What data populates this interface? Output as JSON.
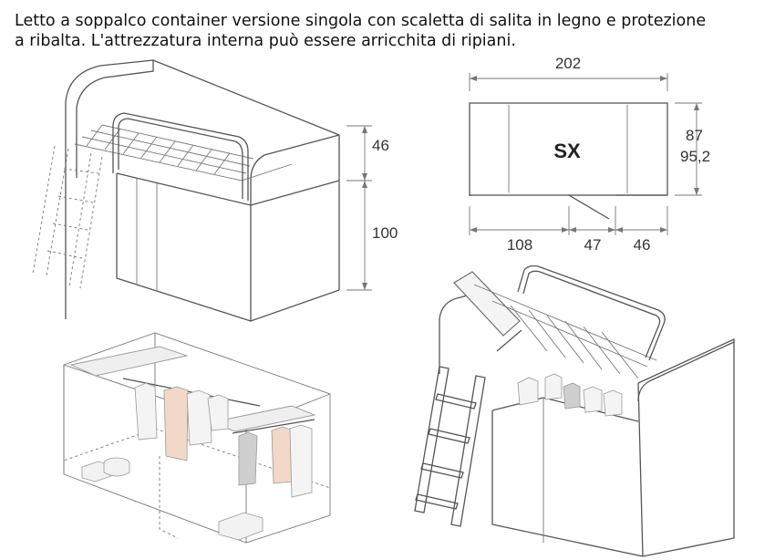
{
  "description": {
    "line1": "Letto a soppalco container versione singola con scaletta di salita in legno e protezione",
    "line2": "a ribalta. L'attrezzatura interna può essere arricchita di ripiani."
  },
  "side_view": {
    "dim_upper": "46",
    "dim_lower": "100"
  },
  "plan_view": {
    "dim_width": "202",
    "dim_depth_1": "87",
    "dim_depth_2": "95,2",
    "label": "SX",
    "dim_left": "108",
    "dim_door": "47",
    "dim_right": "46"
  }
}
